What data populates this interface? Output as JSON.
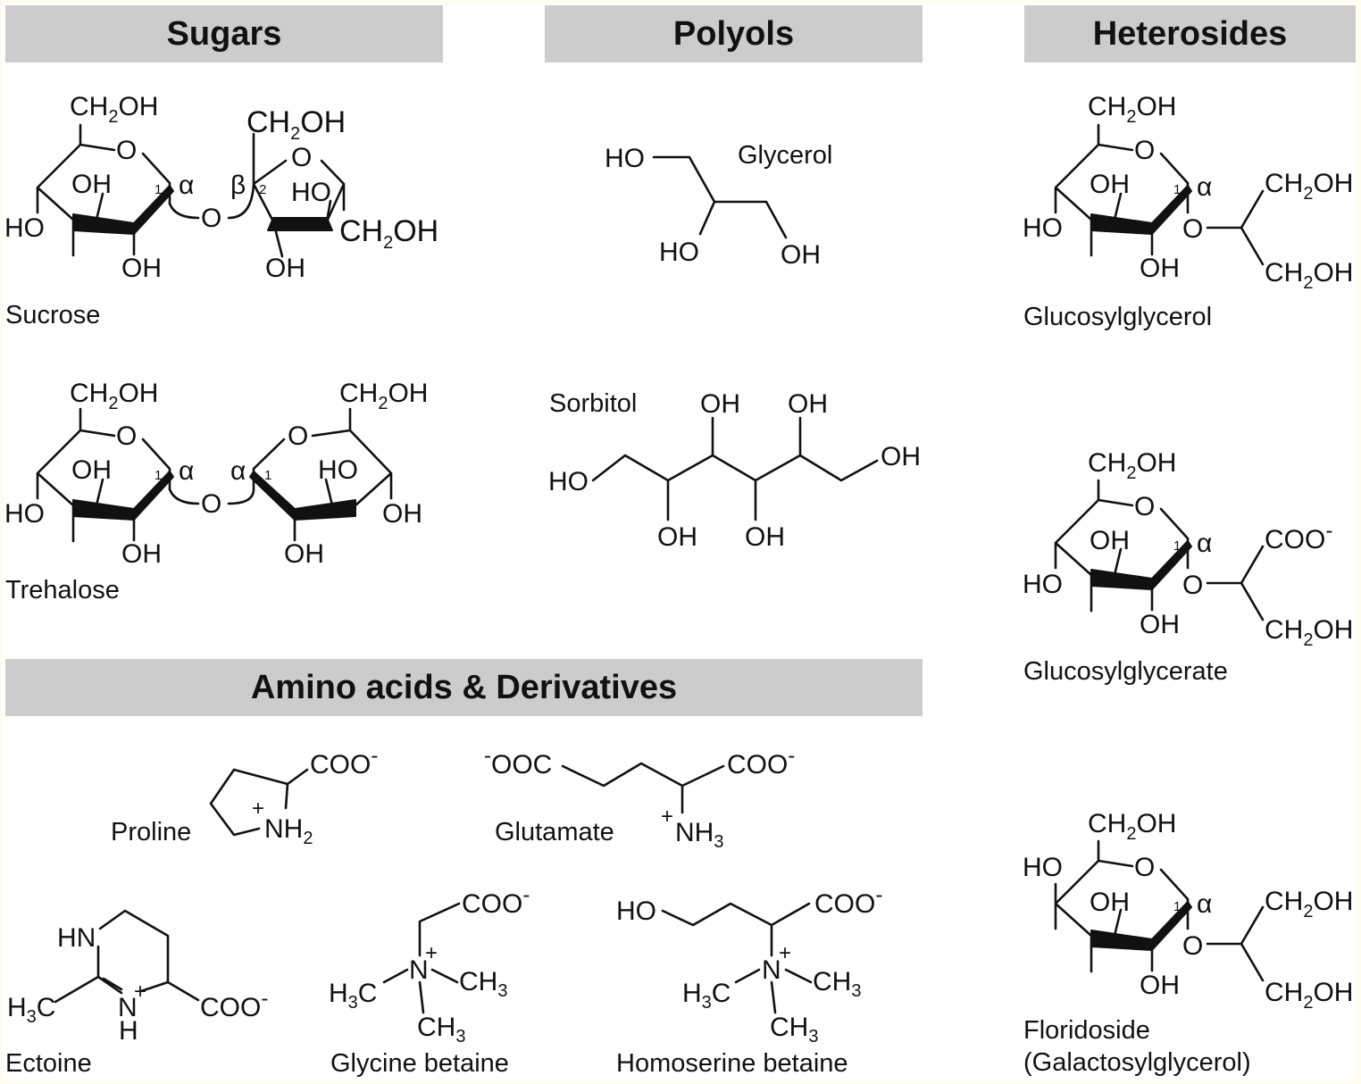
{
  "headers": {
    "sugars": "Sugars",
    "polyols": "Polyols",
    "heterosides": "Heterosides",
    "amino": "Amino acids & Derivatives"
  },
  "names": {
    "sucrose": "Sucrose",
    "trehalose": "Trehalose",
    "glycerol": "Glycerol",
    "sorbitol": "Sorbitol",
    "glucosylglycerol": "Glucosylglycerol",
    "glucosylglycerate": "Glucosylglycerate",
    "floridoside": "Floridoside",
    "floridoside_alt": "(Galactosylglycerol)",
    "proline": "Proline",
    "glutamate": "Glutamate",
    "ectoine": "Ectoine",
    "glycine_betaine": "Glycine betaine",
    "homoserine_betaine": "Homoserine betaine"
  },
  "atoms": {
    "oh": "OH",
    "ho": "HO",
    "o": "O",
    "ch2": "CH",
    "sub2": "2",
    "sub3": "3",
    "ch3": "CH",
    "h3c": "H",
    "h3c_c": "C",
    "coo": "COO",
    "ooc": "OOC",
    "minus": "-",
    "plus": "+",
    "n": "N",
    "nh": "NH",
    "hn": "HN",
    "h": "H",
    "alpha": "α",
    "beta": "β",
    "loc1": "1",
    "loc2": "2"
  },
  "colors": {
    "header_bg": "#cccccc",
    "page_bg": "#fffdf0",
    "ink": "#111111"
  }
}
